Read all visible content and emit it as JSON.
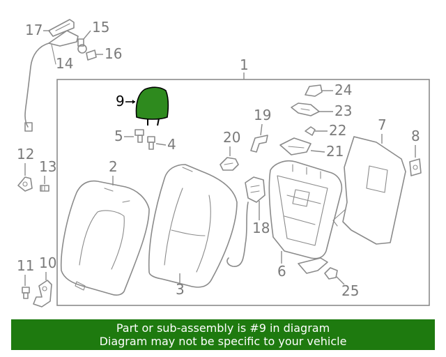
{
  "diagram": {
    "highlight_color": "#2e8a1e",
    "callouts": {
      "c1": "1",
      "c2": "2",
      "c3": "3",
      "c4": "4",
      "c5": "5",
      "c6": "6",
      "c7": "7",
      "c8": "8",
      "c9": "9",
      "c10": "10",
      "c11": "11",
      "c12": "12",
      "c13": "13",
      "c14": "14",
      "c15": "15",
      "c16": "16",
      "c17": "17",
      "c18": "18",
      "c19": "19",
      "c20": "20",
      "c21": "21",
      "c22": "22",
      "c23": "23",
      "c24": "24",
      "c25": "25"
    }
  },
  "footer": {
    "background": "#1e7a0f",
    "line1": "Part or sub-assembly is #9 in diagram",
    "line2": "Diagram may not be specific to your vehicle"
  }
}
